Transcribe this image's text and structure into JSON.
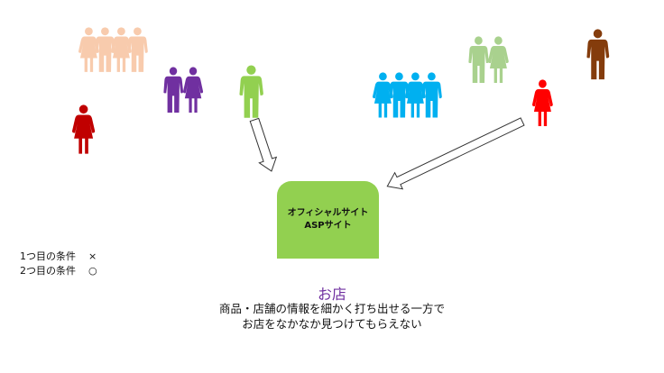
{
  "store_box": {
    "line1": "オフィシャルサイト",
    "line2": "ASPサイト"
  },
  "shop": {
    "title": "お店",
    "desc_line1": "商品・店舗の情報を細かく打ち出せる一方で",
    "desc_line2": "お店をなかなか見つけてもらえない"
  },
  "conditions": [
    {
      "label": "1つ目の条件",
      "mark": "×"
    },
    {
      "label": "2つ目の条件",
      "mark": "○"
    }
  ],
  "colors": {
    "box": "#92D050",
    "title": "#7030A0",
    "peach": "#F8CBAD",
    "purple": "#7030A0",
    "green": "#92D050",
    "darkred": "#C00000",
    "blue": "#00B0F0",
    "lightgreen": "#A9D18E",
    "brown": "#843C0C",
    "red": "#FF0000"
  }
}
